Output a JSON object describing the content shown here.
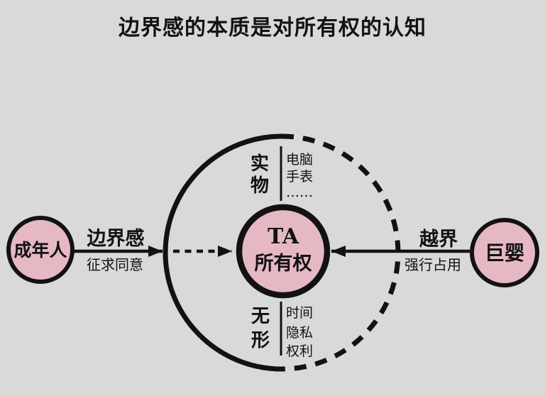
{
  "title": "边界感的本质是对所有权的认知",
  "colors": {
    "background": "#d9d9d9",
    "node_fill": "#e5b8c4",
    "line": "#121212"
  },
  "left_node": {
    "label": "成年人"
  },
  "right_node": {
    "label": "巨婴"
  },
  "center_node": {
    "line1": "TA",
    "line2": "所有权"
  },
  "left_arrow": {
    "label": "边界感",
    "sublabel": "征求同意"
  },
  "right_arrow": {
    "label": "越界",
    "sublabel": "强行占用"
  },
  "tangible_group": {
    "category": [
      "实",
      "物"
    ],
    "items": [
      "电脑",
      "手表",
      "……"
    ]
  },
  "intangible_group": {
    "category": [
      "无",
      "形"
    ],
    "items": [
      "时间",
      "隐私",
      "权利"
    ]
  }
}
